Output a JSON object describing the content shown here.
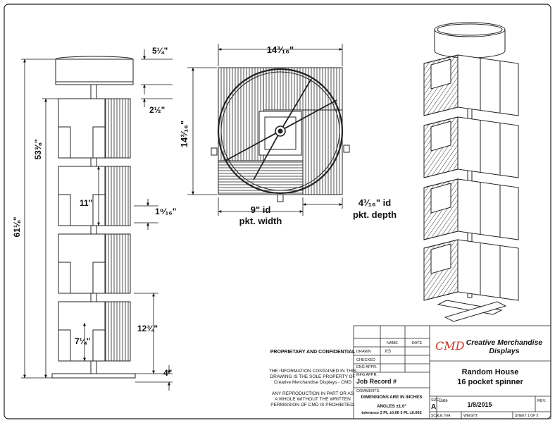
{
  "dimensions": {
    "basket_height": "5¼\"",
    "basket_gap": "2½\"",
    "upper_height": "53⅜\"",
    "total_height": "61⅛\"",
    "pocket_height": "11\"",
    "tier_gap": "1⁹⁄₁₆\"",
    "tier_height": "12¾\"",
    "front_pocket_height": "7¼\"",
    "base_height": "4\"",
    "top_width": "14³⁄₁₆\"",
    "top_depth": "14³⁄₁₆\"",
    "pocket_width": "9\" id",
    "pocket_width_caption": "pkt. width",
    "pocket_depth": "4³⁄₁₆\" id",
    "pocket_depth_caption": "pkt. depth"
  },
  "notes": {
    "proprietary_title": "PROPRIETARY AND CONFIDENTIAL",
    "proprietary_lines": [
      "THE INFORMATION CONTAINED IN THIS",
      "DRAWING IS THE SOLE PROPERTY OF",
      "Creative Merchandise Displays - CMD",
      "ANY REPRODUCTION IN PART OR AS",
      "A WHOLE WITHOUT THE WRITTEN",
      "PERMISSION OF CMD IS PROHIBITED."
    ]
  },
  "title_block": {
    "col_name": "NAME",
    "col_date": "DATE",
    "drawn_label": "DRAWN",
    "drawn_name": "KS",
    "checked_label": "CHECKED",
    "eng_label": "ENG APPR.",
    "mfg_label": "MFG APPR.",
    "job_record": "Job Record #",
    "comments_label": "COMMENTS:",
    "units_note": "DIMENSIONS ARE IN INCHES",
    "angles_note": "ANGLES ±1.0°",
    "tolerance_note": "tolerance 2 PL ±0.06 3 PL ±0.062",
    "logo": "CMD",
    "company_line1": "Creative Merchandise",
    "company_line2": "Displays",
    "title_line1": "Random House",
    "title_line2": "16 pocket spinner",
    "size_label": "SIZE",
    "size_value": "A",
    "date_label": "Date",
    "date_value": "1/8/2015",
    "rev_label": "REV.",
    "scale": "SCALE: N/A",
    "weight": "WEIGHT:",
    "sheet": "SHEET 1 OF 5"
  }
}
